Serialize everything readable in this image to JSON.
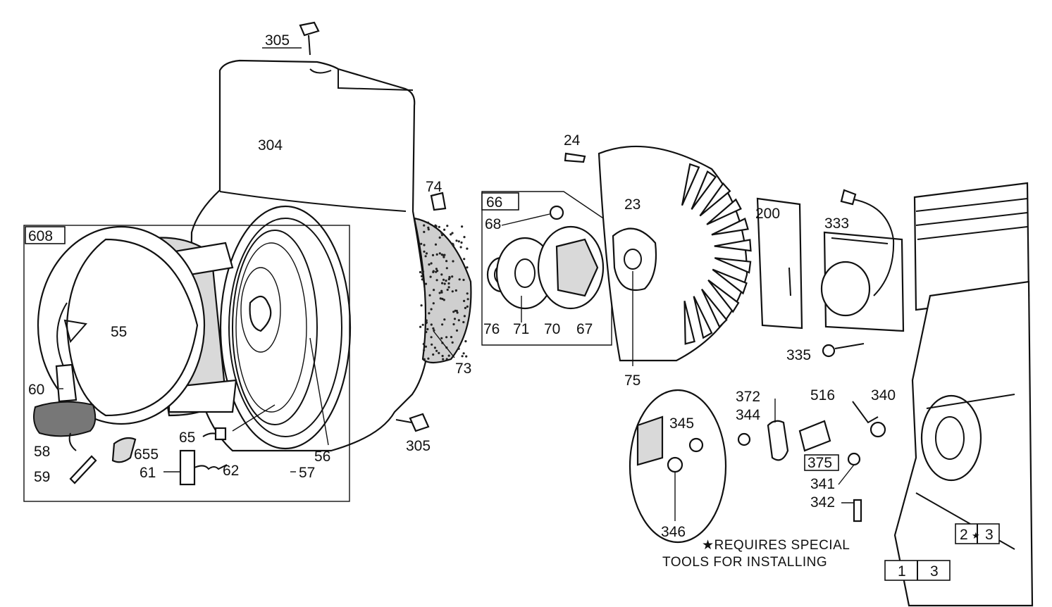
{
  "labels": {
    "l305a": "305",
    "l304": "304",
    "l24": "24",
    "l74": "74",
    "l66": "66",
    "l68": "68",
    "l23": "23",
    "l200": "200",
    "l333": "333",
    "l608": "608",
    "l55": "55",
    "l76": "76",
    "l71": "71",
    "l70": "70",
    "l67": "67",
    "l73": "73",
    "l75": "75",
    "l335": "335",
    "l60": "60",
    "l372": "372",
    "l516": "516",
    "l340": "340",
    "l344": "344",
    "l345": "345",
    "l65": "65",
    "l305b": "305",
    "l58": "58",
    "l655": "655",
    "l56": "56",
    "l375": "375",
    "l59": "59",
    "l61": "61",
    "l62": "62",
    "l57": "57",
    "l341": "341",
    "l342": "342",
    "l346": "346",
    "l2": "2",
    "l3a": "3",
    "l1": "1",
    "l3b": "3"
  },
  "note": {
    "line1": "★REQUIRES SPECIAL",
    "line2": "TOOLS FOR INSTALLING",
    "star": "★"
  },
  "colors": {
    "ink": "#111111",
    "paper": "#ffffff",
    "shade": "#d9d9d9"
  }
}
